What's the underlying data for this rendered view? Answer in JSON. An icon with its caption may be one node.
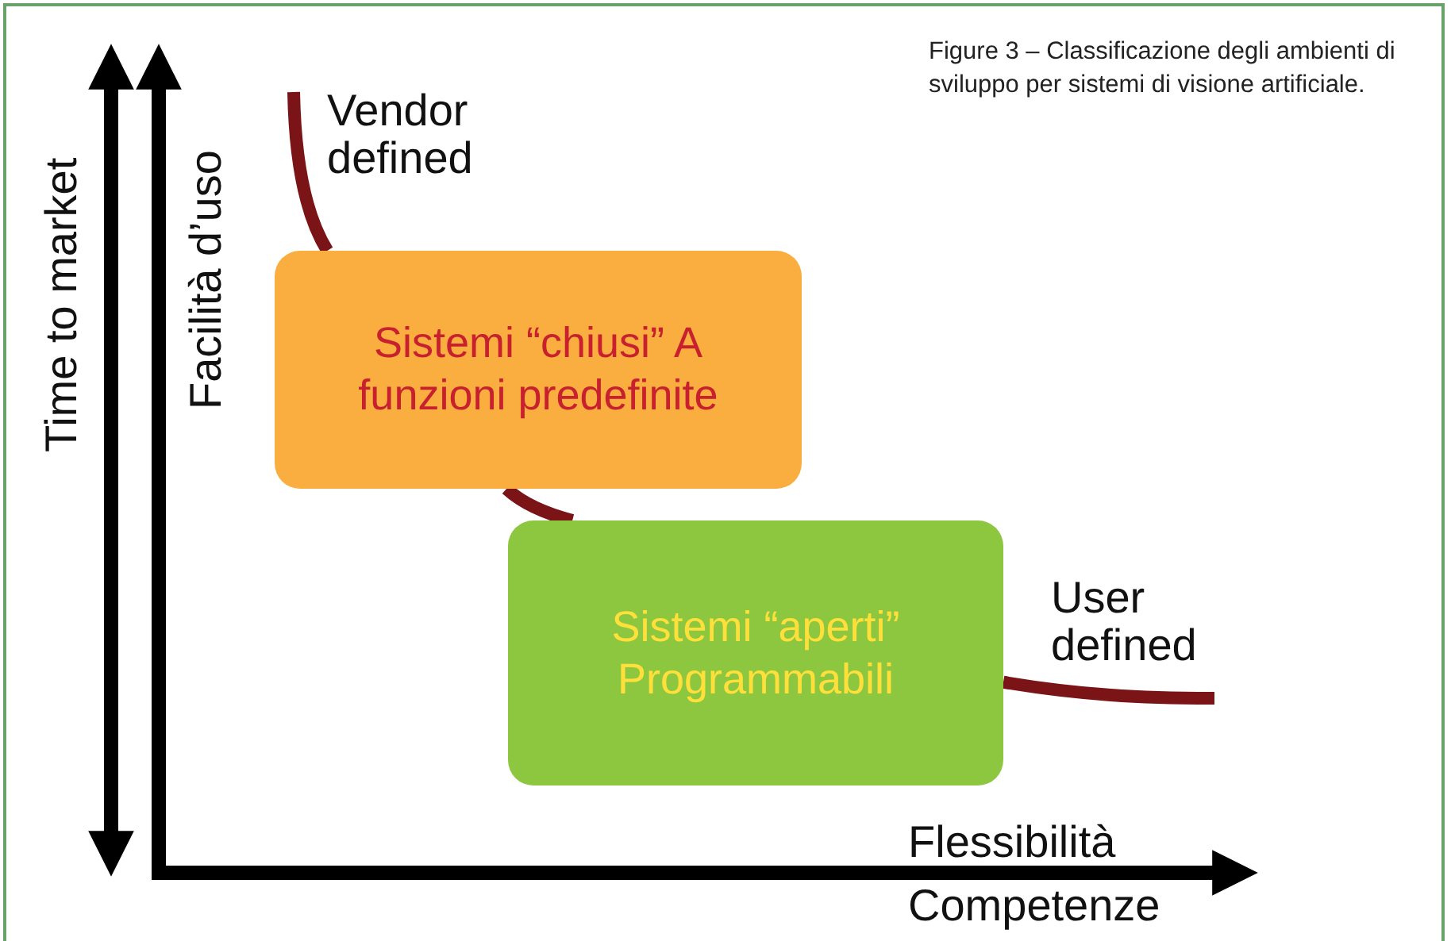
{
  "diagram": {
    "caption": "Figure 3 – Classificazione degli ambienti di sviluppo per sistemi di visione artificiale.",
    "nodes": [
      {
        "text": [
          "Sistemi “chiusi” A funzioni predefinite"
        ]
      },
      {
        "text": [
          "Sistemi “aperti” Programmabili"
        ]
      }
    ],
    "edges": [
      {
        "from": null,
        "to": 0,
        "arrow": "none",
        "color": "#7b1416"
      },
      {
        "from": 0,
        "to": 1,
        "arrow": "none",
        "color": "#7b1416"
      },
      {
        "from": 1,
        "to": null,
        "arrow": "none",
        "color": "#7b1416"
      }
    ],
    "labels": [
      "Vendor defined",
      "User defined",
      "Time to market",
      "Facilità d’uso",
      "Flessibilità",
      "Competenze"
    ]
  }
}
